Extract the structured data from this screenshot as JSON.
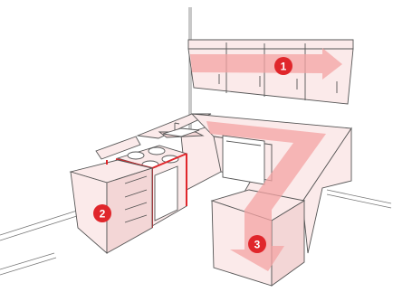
{
  "markers": [
    {
      "label": "1"
    },
    {
      "label": "2"
    },
    {
      "label": "3"
    }
  ],
  "colors": {
    "line": "#555555",
    "fill": "#fbeaea",
    "fill_dark": "#f3d6d6",
    "highlight": "#f08a8a",
    "accent": "#e0262b",
    "marker_text": "#ffffff",
    "background": "#ffffff"
  }
}
